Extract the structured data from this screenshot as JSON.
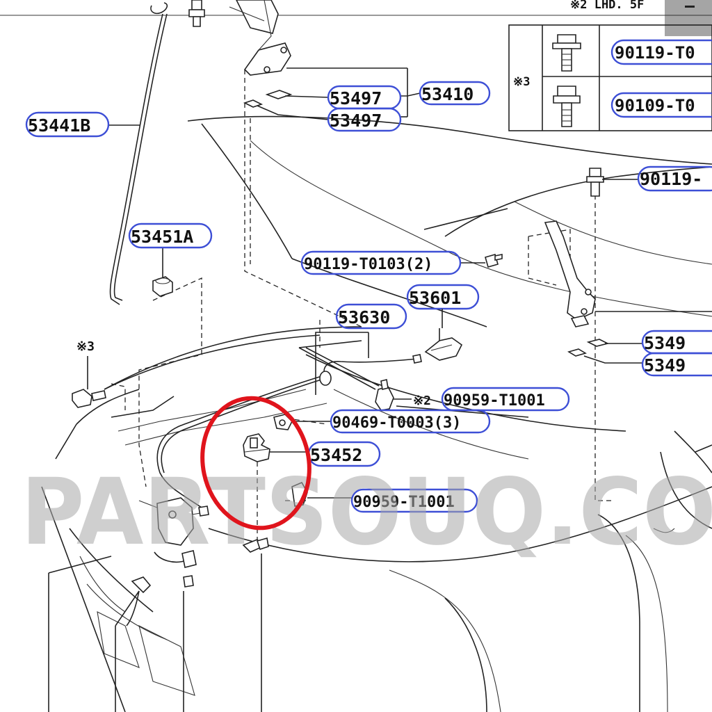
{
  "diagram": {
    "header_note": "※2 LHD. 5F",
    "watermark": "PARTSOUQ.CO",
    "callouts": {
      "c53441B": "53441B",
      "c53497a": "53497",
      "c53497b": "53497",
      "c53410": "53410",
      "c53451A": "53451A",
      "c90119_T0103": "90119-T0103(2)",
      "c53601": "53601",
      "c53630": "53630",
      "c90959_a": "90959-T1001",
      "c90469": "90469-T0003(3)",
      "c53452": "53452",
      "c90959_b": "90959-T1001",
      "c90119_right": "90119-",
      "c53497_right_a": "5349",
      "c53497_right_b": "5349"
    },
    "markers": {
      "m3_left": "※3",
      "m2_mid": "※2",
      "m3_table": "※3"
    },
    "table": {
      "row1": "90119-T0",
      "row2": "90109-T0"
    },
    "highlight_color": "#e0141c",
    "pill_color": "#3d4fd6"
  }
}
